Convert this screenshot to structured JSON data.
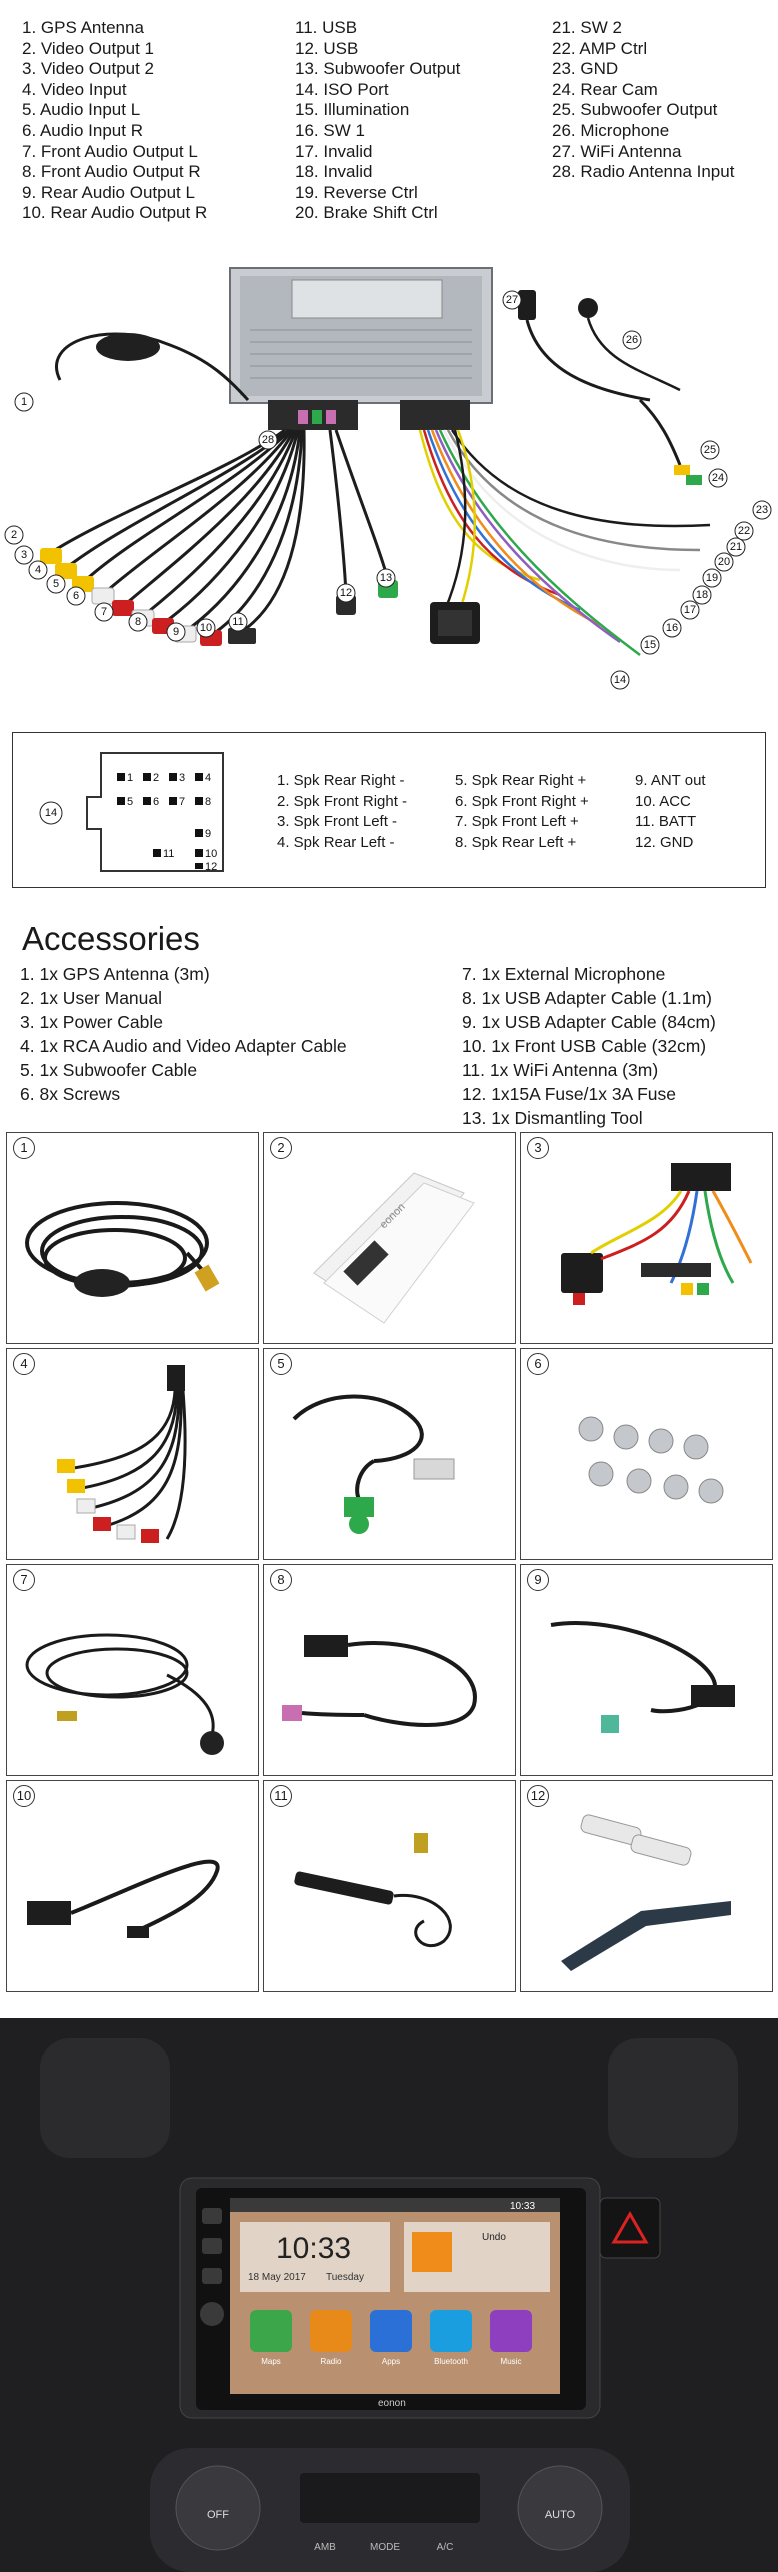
{
  "pins": {
    "col1": [
      "1. GPS Antenna",
      "2. Video Output 1",
      "3. Video Output 2",
      "4. Video Input",
      "5. Audio Input L",
      "6. Audio Input R",
      "7. Front Audio Output L",
      "8. Front Audio Output R",
      "9. Rear Audio Output L",
      "10. Rear Audio Output R"
    ],
    "col2": [
      "11. USB",
      "12. USB",
      "13. Subwoofer Output",
      "14. ISO Port",
      "15. Illumination",
      "16. SW 1",
      "17. Invalid",
      "18. Invalid",
      "19. Reverse Ctrl",
      "20. Brake Shift Ctrl"
    ],
    "col3": [
      "21. SW 2",
      "22. AMP Ctrl",
      "23. GND",
      "24. Rear Cam",
      "25. Subwoofer Output",
      "26. Microphone",
      "27. WiFi Antenna",
      "28. Radio Antenna Input"
    ]
  },
  "diagram": {
    "callouts": [
      "1",
      "2",
      "3",
      "4",
      "5",
      "6",
      "7",
      "8",
      "9",
      "10",
      "11",
      "12",
      "13",
      "14",
      "15",
      "16",
      "17",
      "18",
      "19",
      "20",
      "21",
      "22",
      "23",
      "24",
      "25",
      "26",
      "27",
      "28"
    ]
  },
  "connector": {
    "callout": "14",
    "pin_labels": [
      "1",
      "2",
      "3",
      "4",
      "5",
      "6",
      "7",
      "8",
      "9",
      "10",
      "11",
      "12"
    ],
    "list1": [
      "1. Spk Rear Right -",
      "2. Spk Front Right -",
      "3. Spk Front Left -",
      "4. Spk Rear Left -"
    ],
    "list2": [
      "5. Spk Rear Right +",
      "6. Spk Front Right +",
      "7. Spk Front Left +",
      "8. Spk Rear Left +"
    ],
    "list3": [
      "9.  ANT out",
      "10. ACC",
      "11. BATT",
      "12. GND"
    ]
  },
  "accessories": {
    "title": "Accessories",
    "left": [
      "1. 1x GPS Antenna (3m)",
      "2. 1x User Manual",
      "3. 1x Power Cable",
      "4. 1x RCA Audio and Video Adapter Cable",
      "5. 1x Subwoofer Cable",
      "6. 8x Screws"
    ],
    "right": [
      "7.   1x External Microphone",
      "8.   1x USB Adapter Cable (1.1m)",
      "9.   1x USB Adapter Cable (84cm)",
      "10. 1x Front USB Cable (32cm)",
      "11. 1x WiFi Antenna (3m)",
      "12. 1x15A Fuse/1x 3A Fuse",
      "13. 1x Dismantling Tool"
    ]
  },
  "grid": {
    "cells": [
      "1",
      "2",
      "3",
      "4",
      "5",
      "6",
      "7",
      "8",
      "9",
      "10",
      "11",
      "12"
    ],
    "manual_brand": "eonon"
  },
  "dashboard": {
    "clock": "10:33",
    "date": "18 May 2017",
    "weekday": "Tuesday",
    "status_time": "10:33",
    "music_label": "Undo",
    "apps": [
      "Maps",
      "Radio",
      "Apps",
      "Bluetooth",
      "Music"
    ],
    "brand": "eonon",
    "left_knob": "OFF",
    "right_knob": "AUTO",
    "bottom_buttons": [
      "AMB",
      "MODE",
      "A/C"
    ]
  },
  "colors": {
    "yellow_rca": "#f2c200",
    "white_rca": "#eeeeee",
    "red_rca": "#cc2020",
    "green_plug": "#2da84a",
    "pink_plug": "#c76fb0",
    "screen_bg": "#b99070"
  }
}
